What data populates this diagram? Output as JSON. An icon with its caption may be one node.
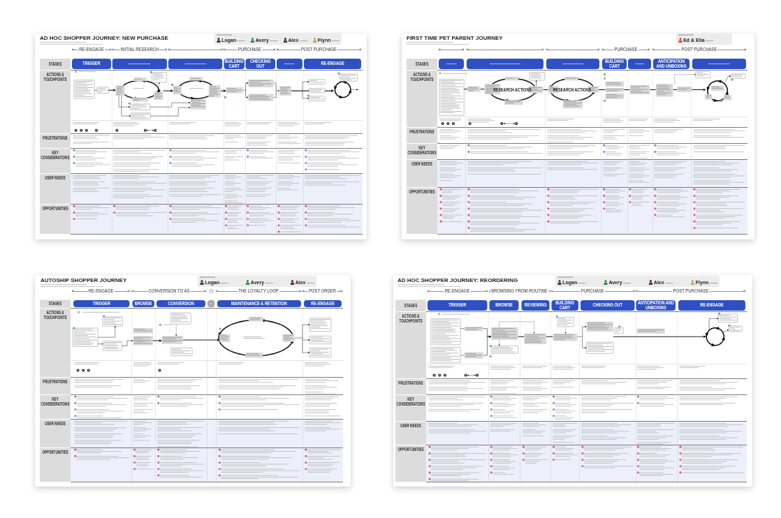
{
  "diagram": {
    "nodes": [
      {
        "text": [
          "AD HOC SHOPPER JOURNEY: NEW PURCHASE"
        ]
      },
      {
        "text": [
          "Logan",
          "Avery",
          "Alex",
          "Flynn"
        ],
        "in": 0
      },
      {
        "text": [
          "TRIGGER"
        ],
        "in": 0
      },
      {
        "text": [],
        "shape": "bar",
        "in": 0
      },
      {
        "text": [],
        "shape": "bar",
        "in": 0
      },
      {
        "text": [
          "BUILDING CART"
        ],
        "in": 0
      },
      {
        "text": [
          "CHECKING OUT"
        ],
        "in": 0
      },
      {
        "text": [],
        "shape": "bar",
        "in": 0
      },
      {
        "text": [
          "RE-ENGAGE"
        ],
        "in": 0
      },
      {
        "text": [
          "STAGES"
        ],
        "in": 0
      },
      {
        "text": [
          "ACTIONS & TOUCHPOINTS"
        ],
        "in": 0
      },
      {
        "text": [
          "FRUSTRATIONS"
        ],
        "in": 0
      },
      {
        "text": [
          "KEY CONSIDERATIONS"
        ],
        "in": 0
      },
      {
        "text": [
          "USER NEEDS"
        ],
        "in": 0
      },
      {
        "text": [
          "OPPORTUNITIES"
        ],
        "in": 0
      },
      {
        "text": [
          "FIRST TIME PET PARENT JOURNEY"
        ]
      },
      {
        "text": [
          "Ed & Ella"
        ],
        "in": 15
      },
      {
        "text": [],
        "shape": "bar",
        "in": 15
      },
      {
        "text": [],
        "shape": "bar",
        "in": 15
      },
      {
        "text": [],
        "shape": "bar",
        "in": 15
      },
      {
        "text": [
          "BUILDING CART"
        ],
        "in": 15
      },
      {
        "text": [],
        "shape": "bar",
        "in": 15
      },
      {
        "text": [
          "ANTICIPATION AND UNBOXING"
        ],
        "in": 15
      },
      {
        "text": [],
        "shape": "bar",
        "in": 15
      },
      {
        "text": [
          "STAGES"
        ],
        "in": 15
      },
      {
        "text": [
          "ACTIONS & TOUCHPOINTS"
        ],
        "in": 15
      },
      {
        "text": [
          "FRUSTRATIONS"
        ],
        "in": 15
      },
      {
        "text": [
          "KEY CONSIDERATIONS"
        ],
        "in": 15
      },
      {
        "text": [
          "USER NEEDS"
        ],
        "in": 15
      },
      {
        "text": [
          "OPPORTUNITIES"
        ],
        "in": 15
      },
      {
        "text": [
          "AUTOSHIP SHOPPER JOURNEY"
        ]
      },
      {
        "text": [
          "Logan",
          "Avery",
          "Alex"
        ],
        "in": 30
      },
      {
        "text": [
          "TRIGGER"
        ],
        "in": 30
      },
      {
        "text": [
          "BROWSE"
        ],
        "in": 30
      },
      {
        "text": [
          "CONVERSION"
        ],
        "in": 30
      },
      {
        "text": [],
        "shape": "bar",
        "in": 30
      },
      {
        "text": [
          "MAINTENANCE & RETENTION"
        ],
        "in": 30
      },
      {
        "text": [
          "RE-ENGAGE"
        ],
        "in": 30
      },
      {
        "text": [
          "STAGES"
        ],
        "in": 30
      },
      {
        "text": [
          "ACTIONS & TOUCHPOINTS"
        ],
        "in": 30
      },
      {
        "text": [
          "FRUSTRATIONS"
        ],
        "in": 30
      },
      {
        "text": [
          "KEY CONSIDERATIONS"
        ],
        "in": 30
      },
      {
        "text": [
          "USER NEEDS"
        ],
        "in": 30
      },
      {
        "text": [
          "OPPORTUNITIES"
        ],
        "in": 30
      },
      {
        "text": [
          "AD HOC SHOPPER JOURNEY: REORDERING"
        ]
      },
      {
        "text": [
          "Logan",
          "Avery",
          "Alex",
          "Flynn"
        ],
        "in": 44
      },
      {
        "text": [
          "TRIGGER"
        ],
        "in": 44
      },
      {
        "text": [
          "BROWSE"
        ],
        "in": 44
      },
      {
        "text": [
          "REVIEWING"
        ],
        "in": 44
      },
      {
        "text": [
          "BUILDING CART"
        ],
        "in": 44
      },
      {
        "text": [
          "CHECKING OUT"
        ],
        "in": 44
      },
      {
        "text": [
          "ANTICIPATION AND UNBOXING"
        ],
        "in": 44
      },
      {
        "text": [
          "RE-ENGAGE"
        ],
        "in": 44
      },
      {
        "text": [
          "STAGES"
        ],
        "in": 44
      },
      {
        "text": [
          "ACTIONS & TOUCHPOINTS"
        ],
        "in": 44
      },
      {
        "text": [
          "FRUSTRATIONS"
        ],
        "in": 44
      },
      {
        "text": [
          "KEY CONSIDERATIONS"
        ],
        "in": 44
      },
      {
        "text": [
          "USER NEEDS"
        ],
        "in": 44
      },
      {
        "text": [
          "OPPORTUNITIES"
        ],
        "in": 44
      }
    ],
    "labels": [
      "RE-ENGAGE",
      "INITIAL RESEARCH",
      "PURCHASE",
      "POST PURCHASE",
      "PURCHASE",
      "POST PURCHASE",
      "RESEARCH ACTIONS",
      "RESEARCH ACTIONS",
      "RE-ENGAGE",
      "CONVERSION TO AS",
      "THE LOYALTY LOOP",
      "POST ORDER",
      "RE-ENGAGE",
      "BROWSING FROM ROUTINE",
      "PURCHASE",
      "POST PURCHASE"
    ]
  }
}
